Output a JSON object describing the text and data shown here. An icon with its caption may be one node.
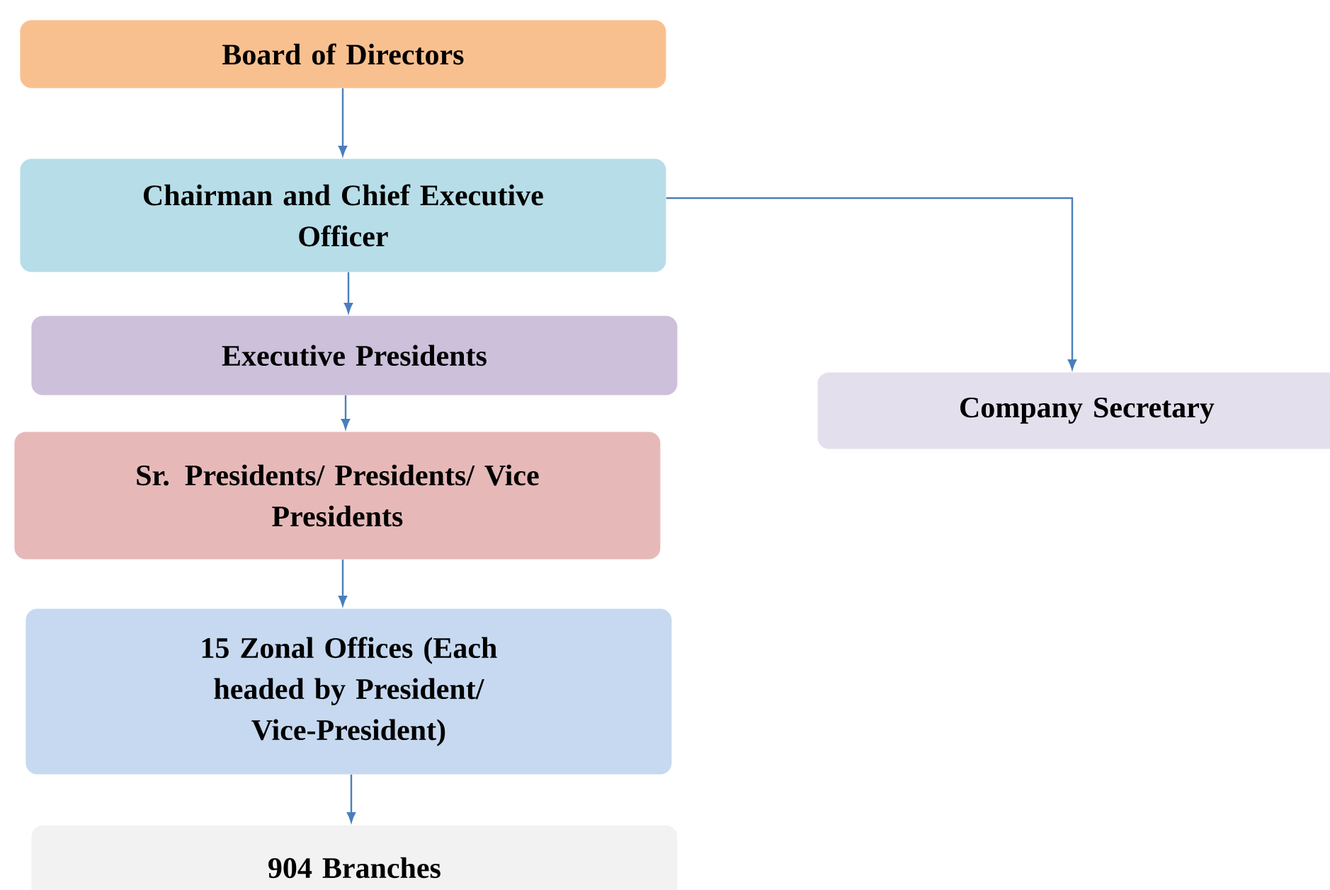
{
  "diagram": {
    "nodes": [
      {
        "text": [
          "Board of Directors"
        ]
      },
      {
        "text": [
          "Chairman and Chief Executive Officer"
        ]
      },
      {
        "text": [
          "Executive Presidents"
        ]
      },
      {
        "text": [
          "Sr. Presidents/ Presidents/ Vice Presidents"
        ]
      },
      {
        "text": [
          "15 Zonal Offices (Each headed by President/ Vice-President)"
        ]
      },
      {
        "text": [
          "904 Branches"
        ]
      },
      {
        "text": [
          "Company Secretary"
        ]
      }
    ],
    "edges": [
      {
        "from": 0,
        "to": 1,
        "arrow": "to"
      },
      {
        "from": 1,
        "to": 2,
        "arrow": "to"
      },
      {
        "from": 2,
        "to": 3,
        "arrow": "to"
      },
      {
        "from": 3,
        "to": 4,
        "arrow": "to"
      },
      {
        "from": 4,
        "to": 5,
        "arrow": "to"
      },
      {
        "from": 1,
        "to": 6,
        "arrow": "to"
      }
    ]
  }
}
